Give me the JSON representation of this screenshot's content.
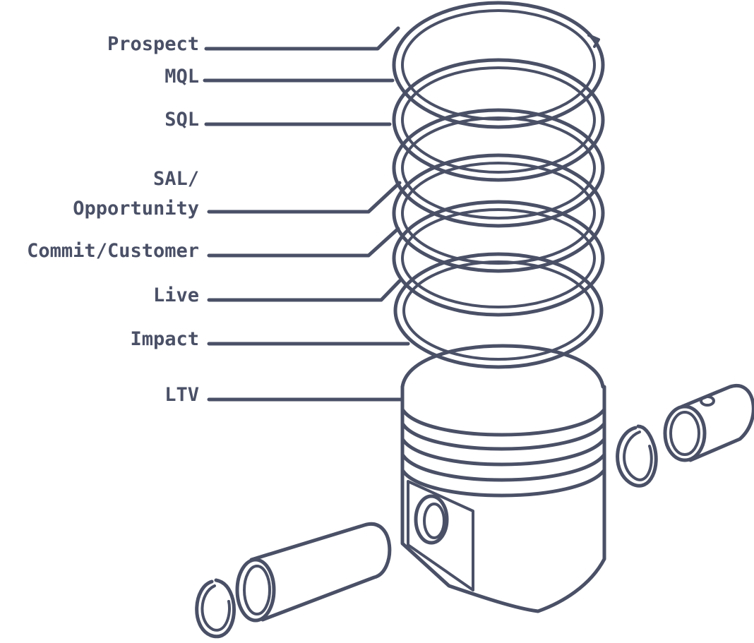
{
  "diagram": {
    "colors": {
      "ink": "#4a5066",
      "background": "#ffffff"
    },
    "labels": {
      "prospect": "Prospect",
      "mql": "MQL",
      "sql": "SQL",
      "sal_line1": "SAL/",
      "sal_line2": "Opportunity",
      "commit": "Commit/Customer",
      "live": "Live",
      "impact": "Impact",
      "ltv": "LTV"
    },
    "parts": {
      "rings": [
        "piston-ring",
        "piston-ring",
        "piston-ring",
        "piston-ring",
        "piston-ring",
        "piston-ring",
        "piston-ring"
      ],
      "piston": "piston-body",
      "pins": [
        "wrist-pin",
        "wrist-pin"
      ],
      "clips": [
        "circlip",
        "circlip"
      ]
    }
  }
}
